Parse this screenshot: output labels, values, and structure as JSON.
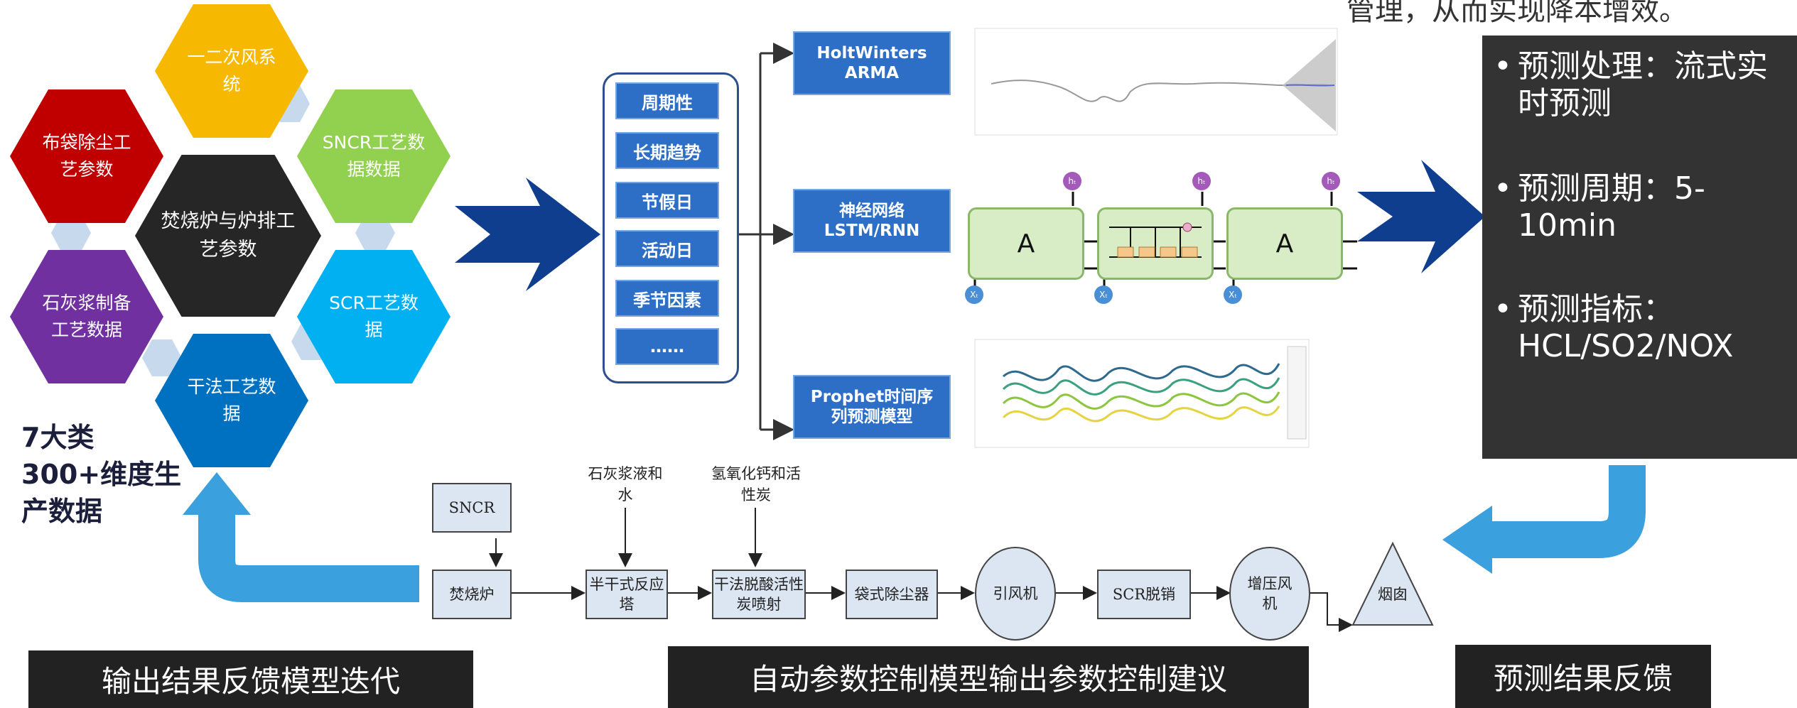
{
  "hexagons": {
    "top": "一二次风系统",
    "left_top": "布袋除尘工艺参数",
    "right_top": "SNCR工艺数据数据",
    "center": "焚烧炉与炉排工艺参数",
    "left_bottom": "石灰浆制备工艺数据",
    "right_bottom": "SCR工艺数据",
    "bottom": "干法工艺数据"
  },
  "data_summary": "7大类300+维度生产数据",
  "features": [
    "周期性",
    "长期趋势",
    "节假日",
    "活动日",
    "季节因素",
    "……"
  ],
  "models": [
    {
      "line1": "HoltWinters",
      "line2": "ARMA"
    },
    {
      "line1": "神经网络",
      "line2": "LSTM/RNN"
    },
    {
      "line1": "Prophet时间序",
      "line2": "列预测模型"
    }
  ],
  "lstm": {
    "cell_label": "A",
    "h_label": "hₜ",
    "x_label": "Xₜ"
  },
  "top_right_text": "管理，从而实现降本增效。",
  "prediction_panel": {
    "items": [
      "预测处理：流式实时预测",
      "预测周期：5-10min",
      "预测指标：HCL/SO2/NOX"
    ],
    "bg_color": "#333333"
  },
  "process": {
    "sncr": "SNCR",
    "lime": "石灰浆液和水",
    "hydroxide": "氢氧化钙和活性炭",
    "incinerator": "焚烧炉",
    "semidry": "半干式反应塔",
    "dry": "干法脱酸活性炭喷射",
    "bag": "袋式除尘器",
    "fan": "引风机",
    "scr": "SCR脱销",
    "booster": "增压风机",
    "chimney": "烟囱"
  },
  "bottom_labels": {
    "left": "输出结果反馈模型迭代",
    "middle": "自动参数控制模型输出参数控制建议",
    "right": "预测结果反馈"
  },
  "colors": {
    "yellow": "#f6b800",
    "red": "#c00000",
    "green": "#92d050",
    "black": "#262626",
    "purple": "#7030a0",
    "sky": "#00b0f0",
    "blue": "#0070c0",
    "navy_arrow": "#103e8f",
    "light_arrow": "#3aa0de"
  }
}
